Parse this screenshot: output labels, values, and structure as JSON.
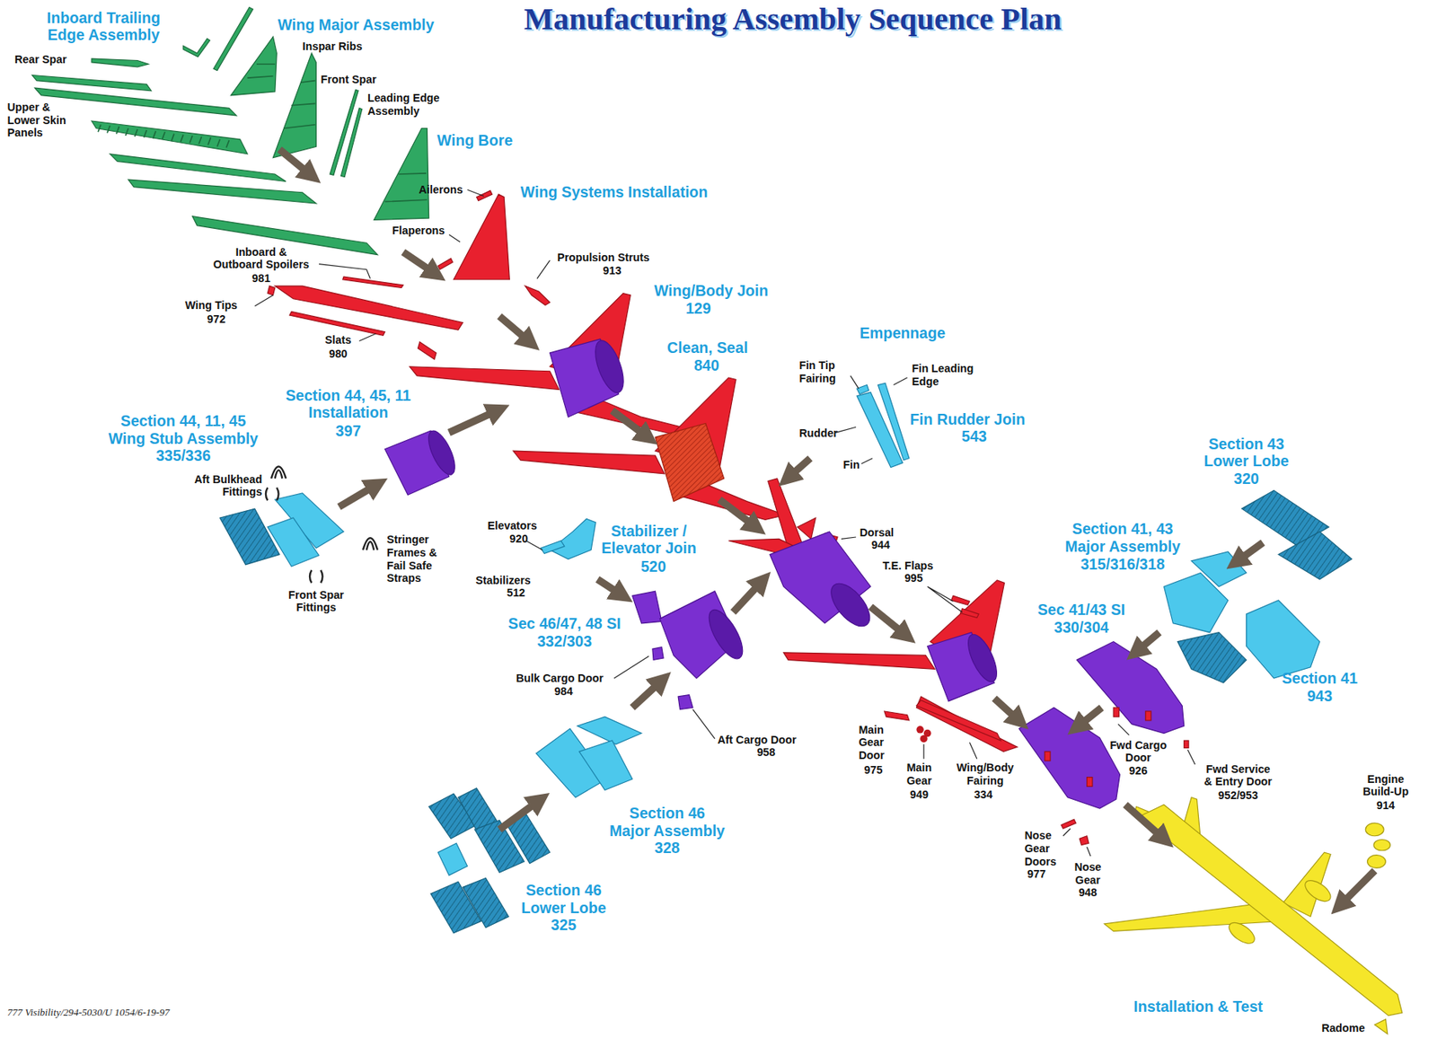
{
  "diagram": {
    "title": "Manufacturing Assembly Sequence Plan",
    "labels": [
      "Inboard Trailing Edge Assembly",
      "Rear Spar",
      "Wing Major Assembly",
      "Inspar Ribs",
      "Upper & Lower Skin Panels",
      "Front Spar",
      "Leading Edge Assembly",
      "Wing Bore",
      "Ailerons",
      "Wing Systems Installation",
      "Flaperons",
      "Propulsion Struts",
      "913",
      "Inboard & Outboard Spoilers",
      "981",
      "Wing Tips",
      "972",
      "Slats",
      "980",
      "Wing/Body Join",
      "129",
      "Section 44, 45, 11 Installation",
      "397",
      "Clean, Seal",
      "840",
      "Empennage",
      "Fin Tip Fairing",
      "Fin Leading Edge",
      "Fin Rudder Join",
      "543",
      "Rudder",
      "Fin",
      "Section 44, 11, 45 Wing Stub Assembly",
      "335/336",
      "Aft Bulkhead Fittings",
      "Stringer Frames & Fail Safe Straps",
      "Front Spar Fittings",
      "Elevators",
      "920",
      "Stabilizer / Elevator Join",
      "520",
      "Stabilizers",
      "512",
      "Sec 46/47, 48 SI",
      "332/303",
      "Bulk Cargo Door",
      "984",
      "Aft Cargo Door",
      "958",
      "Section 46 Major Assembly",
      "328",
      "Section 46 Lower Lobe",
      "325",
      "Dorsal",
      "944",
      "T.E. Flaps",
      "995",
      "Section 43 Lower Lobe",
      "320",
      "Section 41, 43 Major Assembly",
      "315/316/318",
      "Sec 41/43 SI",
      "330/304",
      "Section 41",
      "943",
      "Main Gear Door",
      "975",
      "Main Gear",
      "949",
      "Wing/Body Fairing",
      "334",
      "Fwd Cargo Door",
      "926",
      "Fwd Service & Entry Door",
      "952/953",
      "Nose Gear Doors",
      "977",
      "Nose Gear",
      "948",
      "Engine Build-Up",
      "914",
      "Installation & Test",
      "Radome",
      "777 Visibility/294-5030/U 1054/6-19-97"
    ]
  }
}
